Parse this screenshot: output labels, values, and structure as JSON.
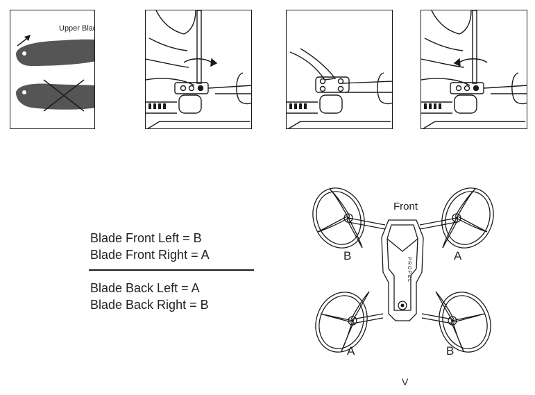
{
  "panel1": {
    "upper_blade_label": "Upper Blade"
  },
  "legend": {
    "front_left": "Blade Front Left = B",
    "front_right": "Blade Front Right = A",
    "back_left": "Blade Back Left = A",
    "back_right": "Blade Back Right = B"
  },
  "drone": {
    "front_label": "Front",
    "body_text": "PROPEL",
    "front_left_blade": "B",
    "front_right_blade": "A",
    "back_left_blade": "A",
    "back_right_blade": "B"
  },
  "page_mark": "V"
}
